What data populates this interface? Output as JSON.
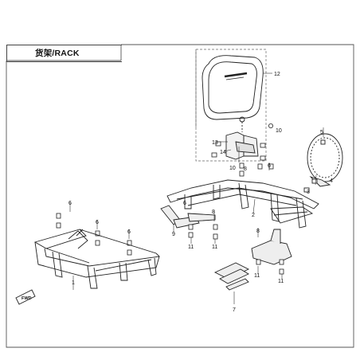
{
  "title": "货架/RACK",
  "callouts": {
    "c1": "1",
    "c2": "2",
    "c3": "3",
    "c4": "4",
    "c5": "5",
    "c6a": "6",
    "c6b": "6",
    "c6c": "6",
    "c6d": "6",
    "c6e": "6",
    "c7": "7",
    "c8a": "8",
    "c8b": "8",
    "c8c": "8",
    "c9": "9",
    "c10a": "10",
    "c10b": "10",
    "c11a": "11",
    "c11b": "11",
    "c11c": "11",
    "c11d": "11",
    "c12": "12",
    "c13": "13",
    "c14": "14"
  },
  "forward_tag": "FWD"
}
